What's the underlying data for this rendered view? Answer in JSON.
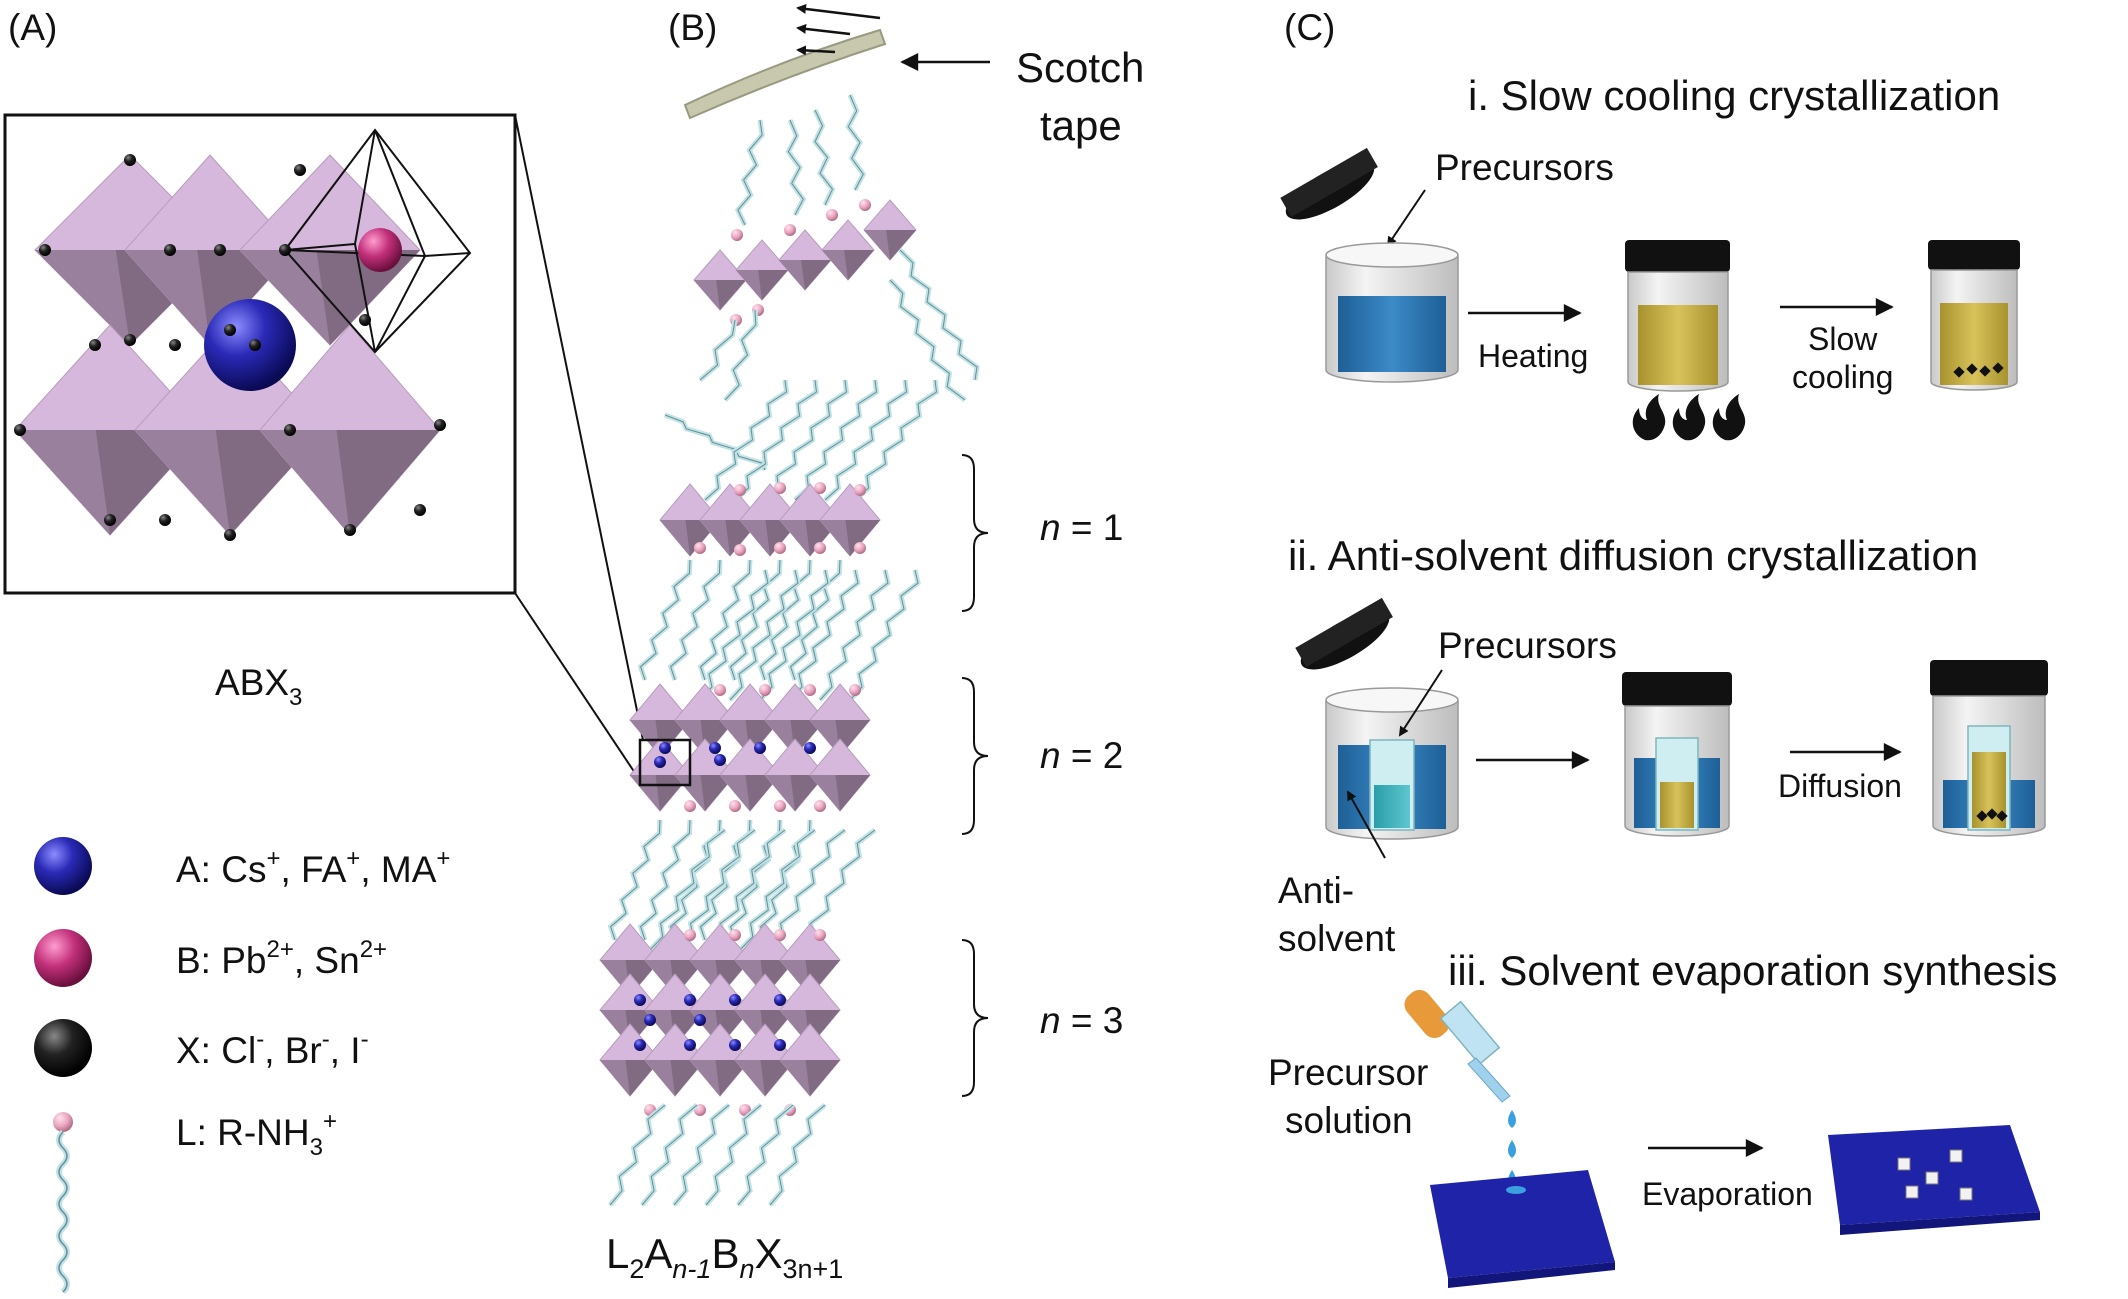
{
  "panels": {
    "a": {
      "label": "(A)"
    },
    "b": {
      "label": "(B)"
    },
    "c": {
      "label": "(C)"
    }
  },
  "panel_a": {
    "formula_main": "ABX",
    "formula_sub": "3",
    "legend": [
      {
        "key": "A",
        "text": "A: Cs",
        "sup1": "+",
        "text2": ", FA",
        "sup2": "+",
        "text3": ", MA",
        "sup3": "+",
        "color": "#2a2aa8"
      },
      {
        "key": "B",
        "text": "B: Pb",
        "sup1": "2+",
        "text2": ", Sn",
        "sup2": "2+",
        "color": "#c2307a"
      },
      {
        "key": "X",
        "text": "X: Cl",
        "sup1": "-",
        "text2": ", Br",
        "sup2": "-",
        "text3": ", I",
        "sup3": "-",
        "color": "#111111"
      },
      {
        "key": "L",
        "text": "L: R-NH",
        "sub1": "3",
        "sup1": "+",
        "color": "#e9a3be"
      }
    ]
  },
  "panel_b": {
    "scotch_tape_line1": "Scotch",
    "scotch_tape_line2": "tape",
    "n1": {
      "var": "n",
      "eq": " = 1"
    },
    "n2": {
      "var": "n",
      "eq": " = 2"
    },
    "n3": {
      "var": "n",
      "eq": " = 3"
    },
    "formula": {
      "p1": "L",
      "s1": "2",
      "p2": "A",
      "s2": "n-1",
      "p3": "B",
      "s3": "n",
      "p4": "X",
      "s4": "3n+1"
    }
  },
  "panel_c": {
    "i": {
      "title": "i. Slow cooling crystallization",
      "precursors": "Precursors",
      "heating": "Heating",
      "slow_cooling_line1": "Slow",
      "slow_cooling_line2": "cooling"
    },
    "ii": {
      "title": "ii. Anti-solvent diffusion crystallization",
      "precursors": "Precursors",
      "antisolvent_line1": "Anti-",
      "antisolvent_line2": "solvent",
      "diffusion": "Diffusion"
    },
    "iii": {
      "title": "iii. Solvent evaporation synthesis",
      "precursor_solution_line1": "Precursor",
      "precursor_solution_line2": "solution",
      "evaporation": "Evaporation"
    }
  },
  "colors": {
    "octahedron": "#d6b8dc",
    "octahedron_dark": "#8e7590",
    "a_cation": "#2a2aa8",
    "b_cation": "#c2307a",
    "x_anion": "#111111",
    "ligand_head": "#e9a3be",
    "ligand_chain": "#bfe3e6",
    "solution_blue": "#2f77b3",
    "solution_yellow": "#c8b24a",
    "substrate": "#1f23a8",
    "tape": "#c8c8ae"
  }
}
